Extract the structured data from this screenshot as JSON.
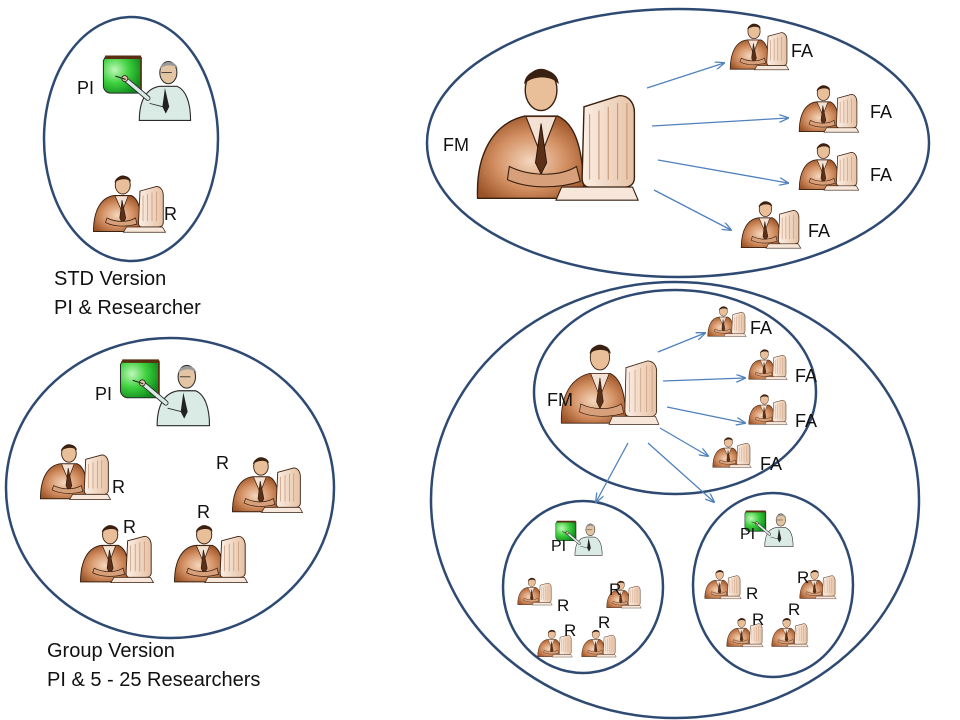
{
  "diagram": {
    "std_version": {
      "caption_line1": "STD Version",
      "caption_line2": "PI & Researcher",
      "pi_label": "PI",
      "researcher_label": "R"
    },
    "group_version": {
      "caption_line1": "Group Version",
      "caption_line2": "PI & 5 - 25 Researchers",
      "pi_label": "PI",
      "researcher_label": "R"
    },
    "faculty_version": {
      "manager_label": "FM",
      "assistant_label": "FA"
    },
    "combined_version": {
      "manager_label": "FM",
      "assistant_label": "FA",
      "pi_label": "PI",
      "researcher_label": "R"
    },
    "colors": {
      "ellipse_stroke": "#2e4a73",
      "arrow": "#4f81bd",
      "skin": "#b86b3e",
      "skin_light": "#e3b08a",
      "board_green": "#2ecc3a",
      "shirt_pale": "#d7e8e1"
    }
  }
}
